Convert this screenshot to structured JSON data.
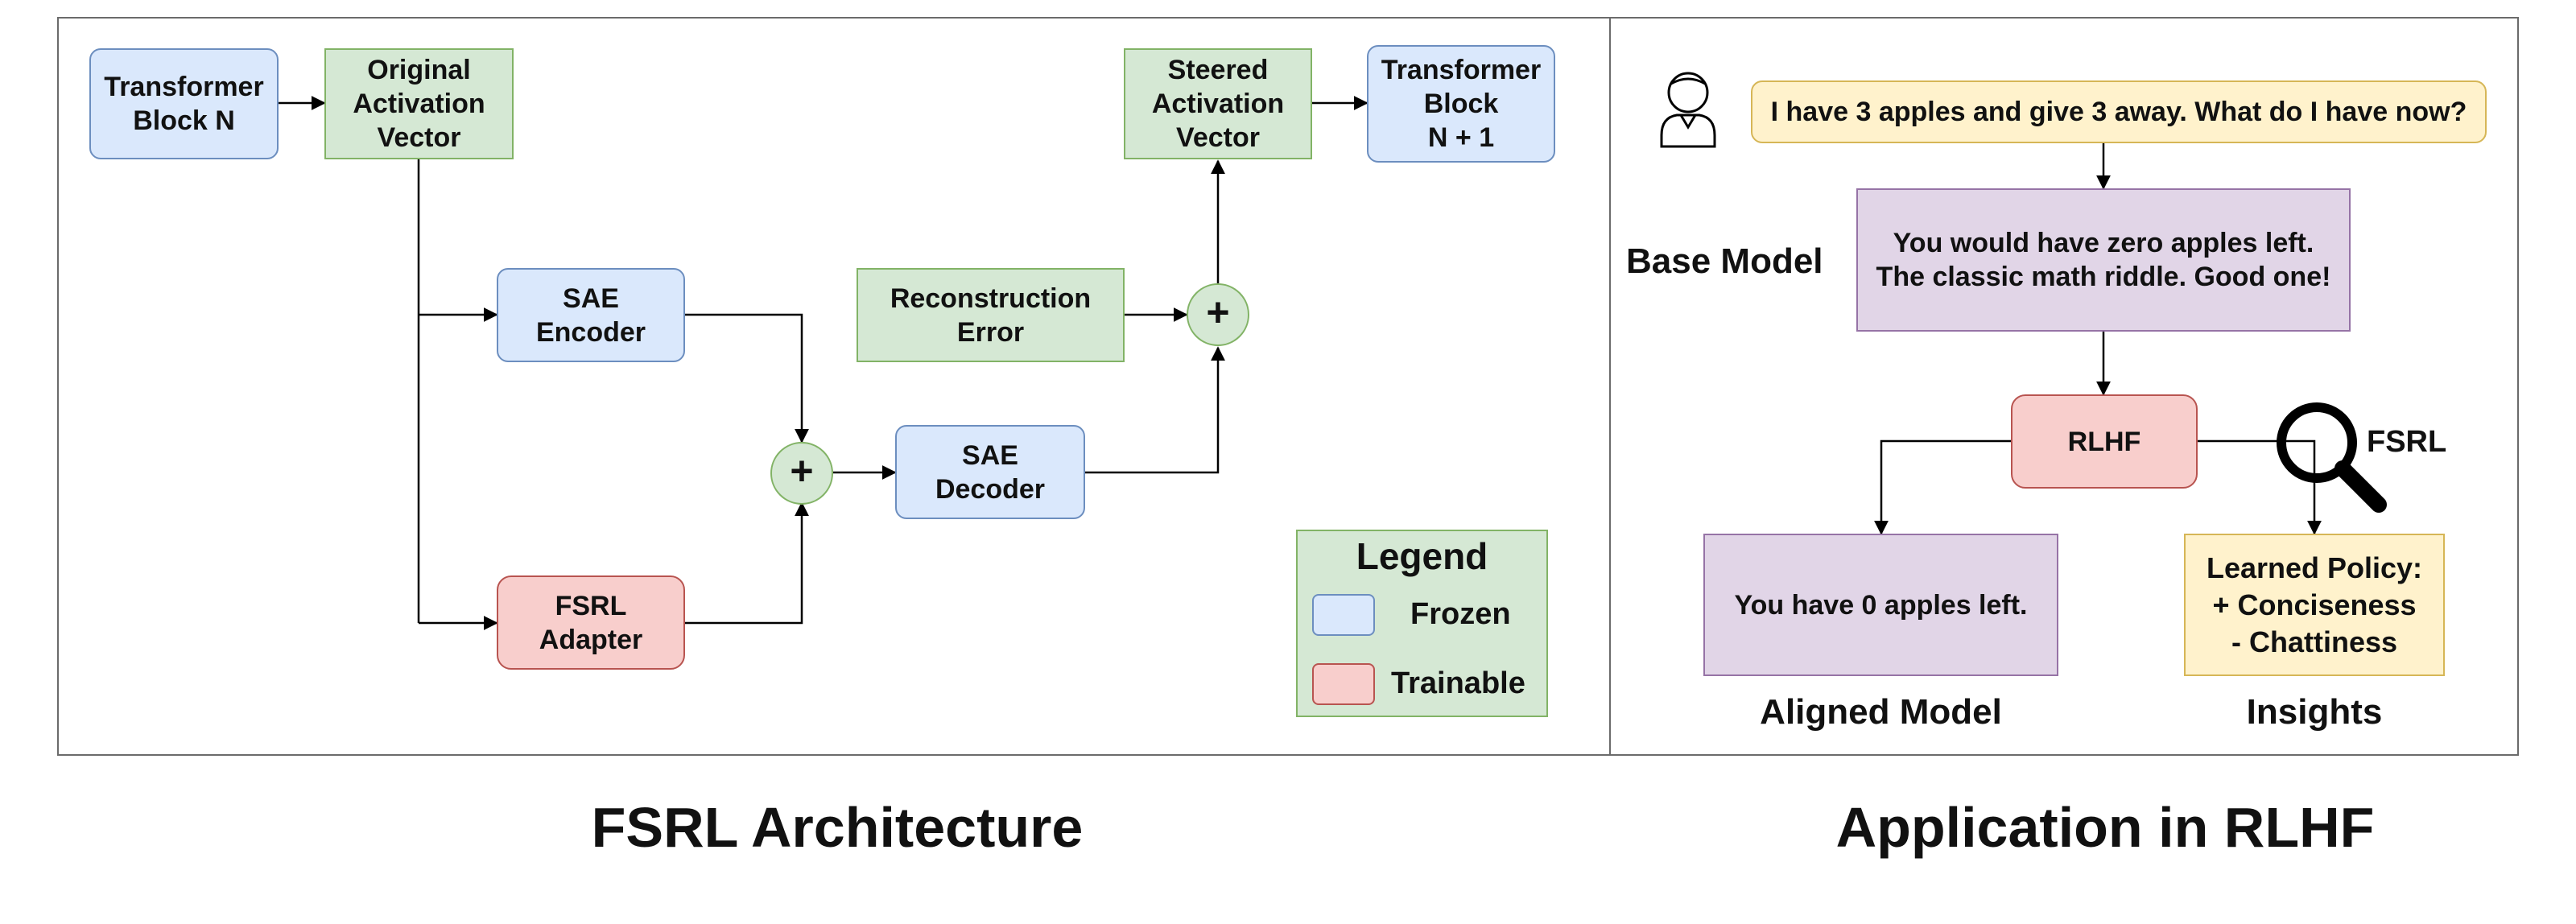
{
  "architecture": {
    "transformer_block_n": "Transformer\nBlock N",
    "original_activation": "Original\nActivation\nVector",
    "sae_encoder": "SAE Encoder",
    "fsrl_adapter": "FSRL\nAdapter",
    "plus_symbol": "+",
    "sae_decoder": "SAE Decoder",
    "reconstruction_error": "Reconstruction\nError",
    "steered_activation": "Steered\nActivation\nVector",
    "transformer_block_n1": "Transformer\nBlock\nN + 1",
    "legend": {
      "title": "Legend",
      "frozen_label": "Frozen",
      "trainable_label": "Trainable",
      "frozen_color": "#dae8fc",
      "trainable_color": "#f8cecc"
    },
    "caption": "FSRL Architecture"
  },
  "application": {
    "user_icon": "user-icon",
    "prompt": "I have 3 apples and give 3 away. What do I have now?",
    "base_model_label": "Base Model",
    "base_response": "You would have zero apples left.\nThe classic math riddle. Good one!",
    "rlhf": "RLHF",
    "fsrl_label": "FSRL",
    "magnifier_icon": "magnifying-glass-icon",
    "aligned_response": "You have 0 apples left.",
    "aligned_label": "Aligned Model",
    "insights_text": "Learned Policy:\n+ Conciseness\n- Chattiness",
    "insights_label": "Insights",
    "caption": "Application in RLHF"
  }
}
